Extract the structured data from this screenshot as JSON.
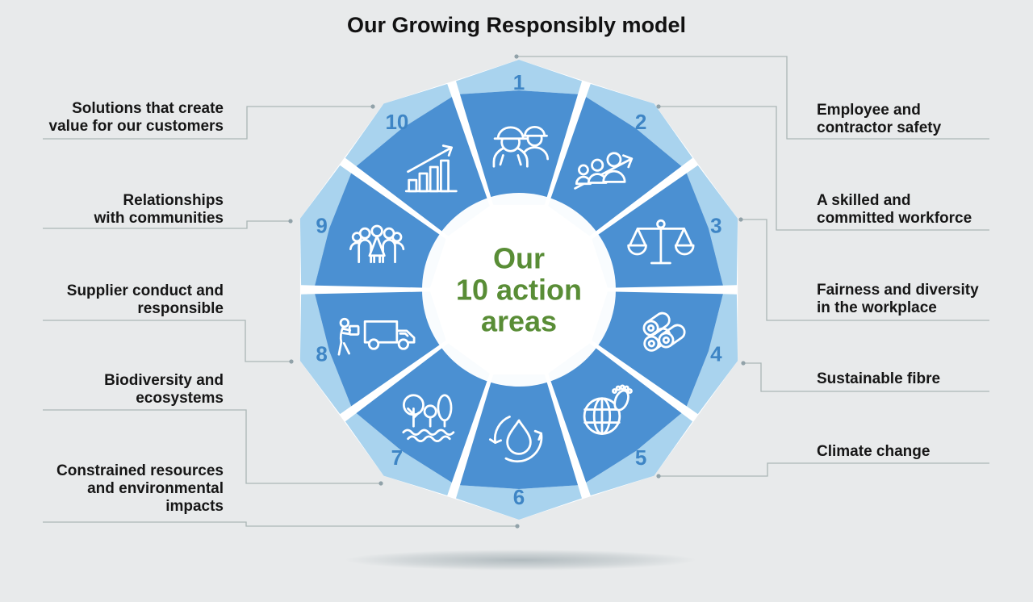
{
  "title": "Our Growing Responsibly model",
  "center_label": "Our\n10 action\nareas",
  "colors": {
    "background": "#e8eaeb",
    "segment_dark_blue": "#4b90d2",
    "segment_light_blue": "#a9d3ee",
    "number_blue": "#3e85c5",
    "center_green": "#598d36",
    "connector_gray": "#aab6b6",
    "connector_dot_gray": "#91a2a9",
    "label_text": "#161616",
    "wheel_gap_white": "#ffffff"
  },
  "wheel": {
    "segments": [
      {
        "number": "1",
        "icon": "workers-icon"
      },
      {
        "number": "2",
        "icon": "workforce-growth-icon"
      },
      {
        "number": "3",
        "icon": "scales-icon"
      },
      {
        "number": "4",
        "icon": "logs-icon"
      },
      {
        "number": "5",
        "icon": "globe-footprint-icon"
      },
      {
        "number": "6",
        "icon": "water-cycle-icon"
      },
      {
        "number": "7",
        "icon": "trees-water-icon"
      },
      {
        "number": "8",
        "icon": "delivery-truck-icon"
      },
      {
        "number": "9",
        "icon": "community-icon"
      },
      {
        "number": "10",
        "icon": "growth-chart-icon"
      }
    ]
  },
  "labels": [
    {
      "number": "1",
      "side": "right",
      "text": "Employee and\ncontractor safety"
    },
    {
      "number": "2",
      "side": "right",
      "text": "A skilled and\ncommitted workforce"
    },
    {
      "number": "3",
      "side": "right",
      "text": "Fairness and diversity\nin the workplace"
    },
    {
      "number": "4",
      "side": "right",
      "text": "Sustainable fibre"
    },
    {
      "number": "5",
      "side": "right",
      "text": "Climate change"
    },
    {
      "number": "6",
      "side": "left",
      "text": "Constrained resources\nand environmental\nimpacts"
    },
    {
      "number": "7",
      "side": "left",
      "text": "Biodiversity and\necosystems"
    },
    {
      "number": "8",
      "side": "left",
      "text": "Supplier conduct and\nresponsible"
    },
    {
      "number": "9",
      "side": "left",
      "text": "Relationships\nwith communities"
    },
    {
      "number": "10",
      "side": "left",
      "text": "Solutions that create\nvalue for our customers"
    }
  ]
}
